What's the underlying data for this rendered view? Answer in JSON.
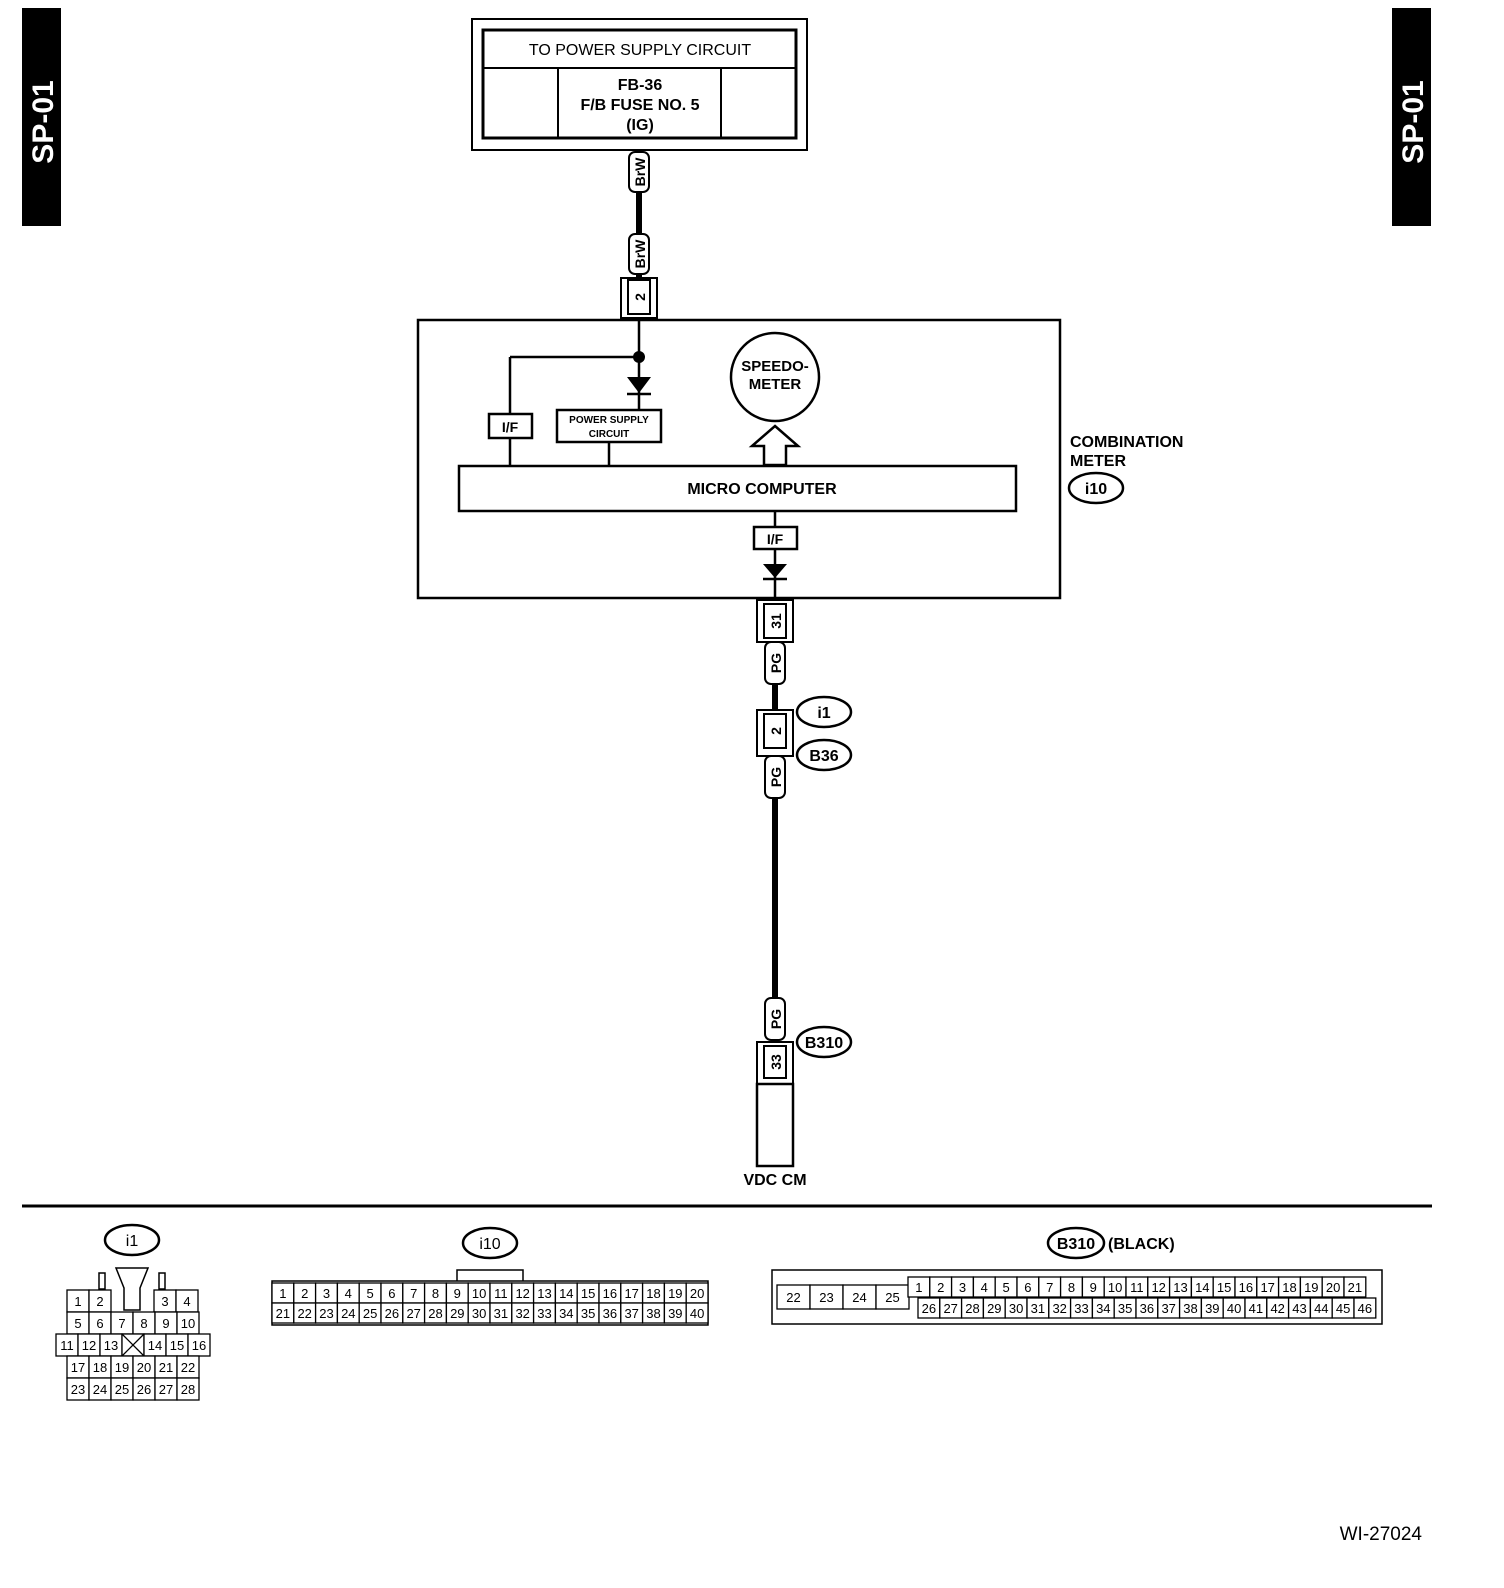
{
  "page": {
    "code_left": "SP-01",
    "code_right": "SP-01",
    "figure_id": "WI-27024"
  },
  "power_supply": {
    "title": "TO POWER SUPPLY CIRCUIT",
    "fuse_line1": "FB-36",
    "fuse_line2": "F/B FUSE NO. 5",
    "fuse_line3": "(IG)"
  },
  "wires": {
    "brw_upper": "BrW",
    "brw_lower": "BrW",
    "pg_1": "PG",
    "pg_2": "PG",
    "pg_3": "PG"
  },
  "pins": {
    "meter_in": "2",
    "meter_out": "31",
    "joint": "2",
    "vdc": "33"
  },
  "meter": {
    "label_line1": "COMBINATION",
    "label_line2": "METER",
    "connector": "i10",
    "speedo_line1": "SPEEDO-",
    "speedo_line2": "METER",
    "if_left": "I/F",
    "if_bottom": "I/F",
    "psc_line1": "POWER SUPPLY",
    "psc_line2": "CIRCUIT",
    "micro": "MICRO COMPUTER"
  },
  "connectors": {
    "i1": "i1",
    "b36": "B36",
    "b310": "B310"
  },
  "vdc_label": "VDC CM",
  "legend": {
    "i1": {
      "label": "i1",
      "rows": [
        [
          "1",
          "2",
          "",
          "",
          "",
          "3",
          "4"
        ],
        [
          "5",
          "6",
          "7",
          "8",
          "9",
          "10"
        ],
        [
          "11",
          "12",
          "13",
          "",
          "14",
          "15",
          "16"
        ],
        [
          "17",
          "18",
          "19",
          "20",
          "21",
          "22"
        ],
        [
          "23",
          "24",
          "25",
          "26",
          "27",
          "28"
        ]
      ]
    },
    "i10": {
      "label": "i10",
      "row1": [
        "1",
        "2",
        "3",
        "4",
        "5",
        "6",
        "7",
        "8",
        "9",
        "10",
        "11",
        "12",
        "13",
        "14",
        "15",
        "16",
        "17",
        "18",
        "19",
        "20"
      ],
      "row2": [
        "21",
        "22",
        "23",
        "24",
        "25",
        "26",
        "27",
        "28",
        "29",
        "30",
        "31",
        "32",
        "33",
        "34",
        "35",
        "36",
        "37",
        "38",
        "39",
        "40"
      ]
    },
    "b310": {
      "label": "B310",
      "color_note": "(BLACK)",
      "left": [
        "22",
        "23",
        "24",
        "25"
      ],
      "row1": [
        "1",
        "2",
        "3",
        "4",
        "5",
        "6",
        "7",
        "8",
        "9",
        "10",
        "11",
        "12",
        "13",
        "14",
        "15",
        "16",
        "17",
        "18",
        "19",
        "20",
        "21"
      ],
      "row2": [
        "26",
        "27",
        "28",
        "29",
        "30",
        "31",
        "32",
        "33",
        "34",
        "35",
        "36",
        "37",
        "38",
        "39",
        "40",
        "41",
        "42",
        "43",
        "44",
        "45",
        "46"
      ]
    }
  }
}
